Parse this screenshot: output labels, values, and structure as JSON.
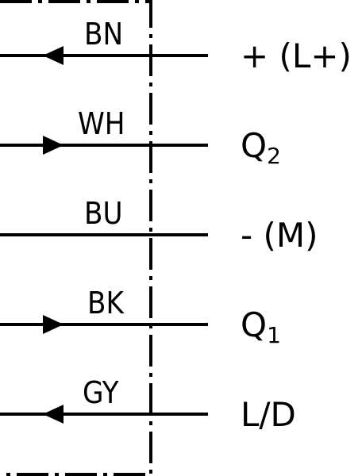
{
  "colors": {
    "line": "#000000",
    "background": "#ffffff"
  },
  "wires": [
    {
      "code": "BN",
      "terminal": "+ (L+)",
      "terminal_sub": "",
      "direction": "in"
    },
    {
      "code": "WH",
      "terminal": "Q",
      "terminal_sub": "2",
      "direction": "out"
    },
    {
      "code": "BU",
      "terminal": "- (M)",
      "terminal_sub": "",
      "direction": "none"
    },
    {
      "code": "BK",
      "terminal": "Q",
      "terminal_sub": "1",
      "direction": "out"
    },
    {
      "code": "GY",
      "terminal": "L/D",
      "terminal_sub": "",
      "direction": "in"
    }
  ]
}
